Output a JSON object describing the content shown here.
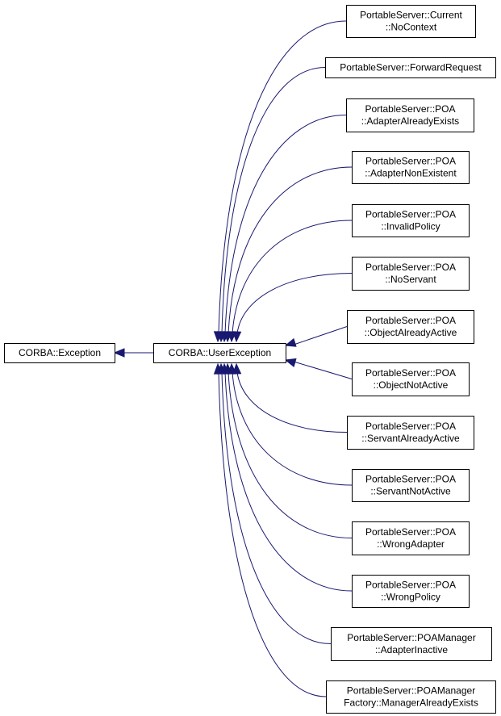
{
  "diagram": {
    "nodes": [
      {
        "id": "corba-exception",
        "lines": [
          "CORBA::Exception"
        ]
      },
      {
        "id": "corba-userexception",
        "lines": [
          "CORBA::UserException"
        ]
      },
      {
        "id": "nocontext",
        "lines": [
          "PortableServer::Current",
          "::NoContext"
        ]
      },
      {
        "id": "forwardrequest",
        "lines": [
          "PortableServer::ForwardRequest"
        ]
      },
      {
        "id": "adapteralreadyexists",
        "lines": [
          "PortableServer::POA",
          "::AdapterAlreadyExists"
        ]
      },
      {
        "id": "adapternonexistent",
        "lines": [
          "PortableServer::POA",
          "::AdapterNonExistent"
        ]
      },
      {
        "id": "invalidpolicy",
        "lines": [
          "PortableServer::POA",
          "::InvalidPolicy"
        ]
      },
      {
        "id": "noservant",
        "lines": [
          "PortableServer::POA",
          "::NoServant"
        ]
      },
      {
        "id": "objectalreadyactive",
        "lines": [
          "PortableServer::POA",
          "::ObjectAlreadyActive"
        ]
      },
      {
        "id": "objectnotactive",
        "lines": [
          "PortableServer::POA",
          "::ObjectNotActive"
        ]
      },
      {
        "id": "servantalreadyactive",
        "lines": [
          "PortableServer::POA",
          "::ServantAlreadyActive"
        ]
      },
      {
        "id": "servantnotactive",
        "lines": [
          "PortableServer::POA",
          "::ServantNotActive"
        ]
      },
      {
        "id": "wrongadapter",
        "lines": [
          "PortableServer::POA",
          "::WrongAdapter"
        ]
      },
      {
        "id": "wrongpolicy",
        "lines": [
          "PortableServer::POA",
          "::WrongPolicy"
        ]
      },
      {
        "id": "adapterinactive",
        "lines": [
          "PortableServer::POAManager",
          "::AdapterInactive"
        ]
      },
      {
        "id": "manageralreadyexists",
        "lines": [
          "PortableServer::POAManager",
          "Factory::ManagerAlreadyExists"
        ]
      }
    ],
    "edges": [
      {
        "from": "corba-userexception",
        "to": "corba-exception"
      },
      {
        "from": "nocontext",
        "to": "corba-userexception"
      },
      {
        "from": "forwardrequest",
        "to": "corba-userexception"
      },
      {
        "from": "adapteralreadyexists",
        "to": "corba-userexception"
      },
      {
        "from": "adapternonexistent",
        "to": "corba-userexception"
      },
      {
        "from": "invalidpolicy",
        "to": "corba-userexception"
      },
      {
        "from": "noservant",
        "to": "corba-userexception"
      },
      {
        "from": "objectalreadyactive",
        "to": "corba-userexception"
      },
      {
        "from": "objectnotactive",
        "to": "corba-userexception"
      },
      {
        "from": "servantalreadyactive",
        "to": "corba-userexception"
      },
      {
        "from": "servantnotactive",
        "to": "corba-userexception"
      },
      {
        "from": "wrongadapter",
        "to": "corba-userexception"
      },
      {
        "from": "wrongpolicy",
        "to": "corba-userexception"
      },
      {
        "from": "adapterinactive",
        "to": "corba-userexception"
      },
      {
        "from": "manageralreadyexists",
        "to": "corba-userexception"
      }
    ],
    "colors": {
      "edge": "#191970",
      "node_border": "#000000",
      "node_fill": "#ffffff",
      "text": "#000000"
    }
  }
}
